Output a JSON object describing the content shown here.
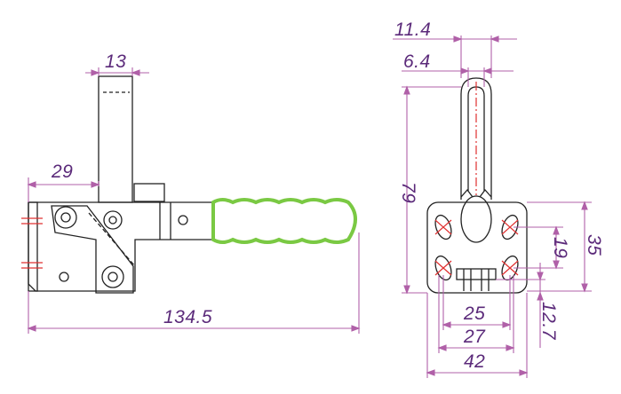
{
  "dimensions": {
    "side_view": {
      "handle_width": "13",
      "offset": "29",
      "overall_length": "134.5"
    },
    "front_view": {
      "top_width": "11.4",
      "slot_width": "6.4",
      "height": "79",
      "hole_pitch_inner": "25",
      "hole_pitch_mid": "27",
      "base_width": "42",
      "vertical_pitch": "19",
      "base_height": "35",
      "bottom_offset": "12.7"
    }
  },
  "colors": {
    "outline": "#222222",
    "dimension": "#b060a8",
    "dimension_text": "#5b2a7a",
    "centerline": "#e03030",
    "grip": "#7ac943"
  }
}
